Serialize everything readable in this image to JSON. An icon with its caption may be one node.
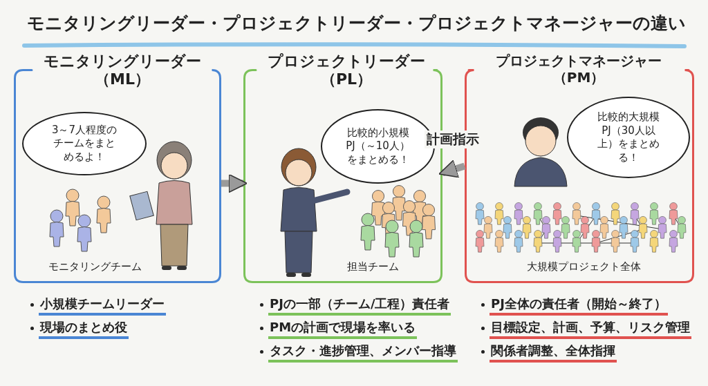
{
  "diagram": {
    "title": "モニタリングリーダー・プロジェクトリーダー・プロジェクトマネージャーの違い",
    "nodes": [
      {
        "text": [
          "モニタリングリーダー（ML）",
          "モニタリングチーム"
        ],
        "beside": [
          "小規模チームリーダー",
          "現場のまとめ役"
        ]
      },
      {
        "text": [
          "3～7人程度のチームをまとめるよ！"
        ],
        "in": 0
      },
      {
        "text": [
          "プロジェクトリーダー（PL）",
          "担当チーム"
        ],
        "beside": [
          "PJの一部（チーム/工程）責任者",
          "PMの計画で現場を率いる",
          "タスク・進捗管理、メンバー指導"
        ]
      },
      {
        "text": [
          "比較的小規模PJ（～10人）をまとめる！"
        ],
        "in": 2
      },
      {
        "text": [
          "プロジェクトマネージャー（PM）",
          "大規模プロジェクト全体"
        ],
        "beside": [
          "PJ全体の責任者（開始～終了）",
          "目標設定、計画、予算、リスク管理",
          "関係者調整、全体指揮"
        ]
      },
      {
        "text": [
          "比較的大規模PJ（30人以上）をまとめる！"
        ],
        "in": 4
      }
    ],
    "edges": [
      {
        "from": 0,
        "to": 2,
        "arrow": "to"
      },
      {
        "from": 4,
        "to": 2,
        "arrow": "to",
        "label": "計画指示"
      }
    ]
  }
}
